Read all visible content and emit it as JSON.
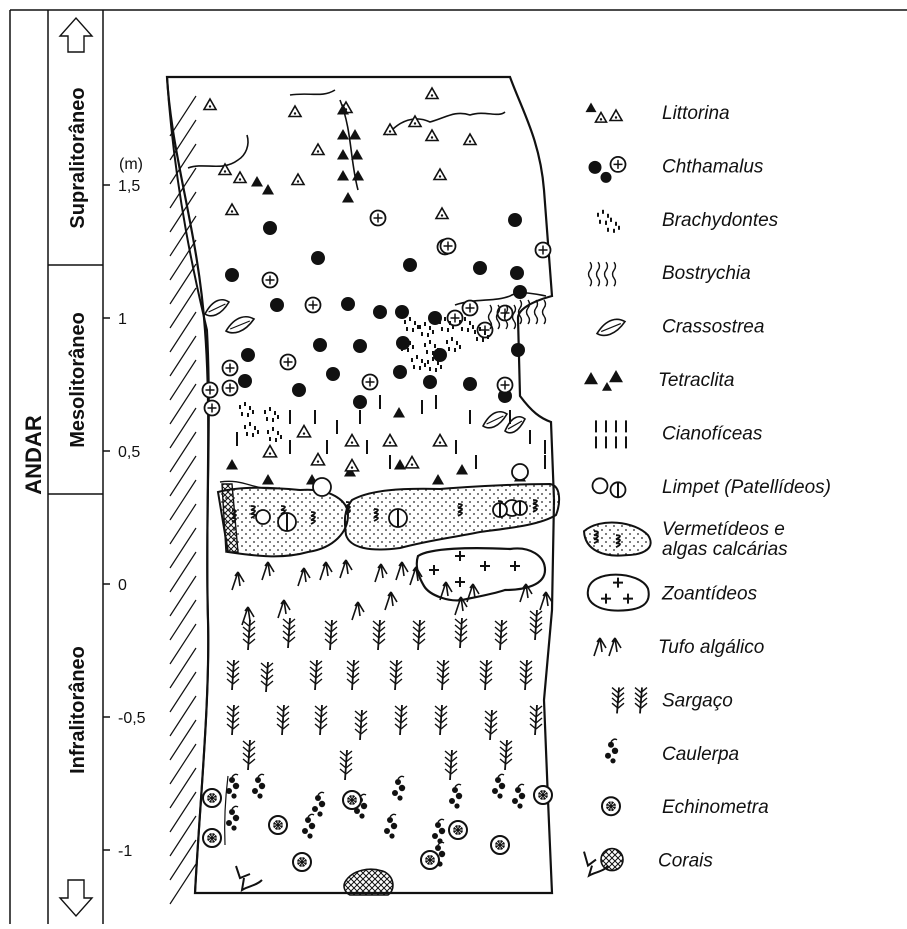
{
  "axis_title": "ANDAR",
  "zones": [
    {
      "label": "Supralitorâneo"
    },
    {
      "label": "Mesolitorâneo"
    },
    {
      "label": "Infralitorâneo"
    }
  ],
  "scale": {
    "unit_label": "(m)",
    "ticks": [
      {
        "value": 1.5,
        "label": "1,5"
      },
      {
        "value": 1,
        "label": "1"
      },
      {
        "value": 0.5,
        "label": "0,5"
      },
      {
        "value": 0,
        "label": "0"
      },
      {
        "value": -0.5,
        "label": "-0,5"
      },
      {
        "value": -1,
        "label": "-1"
      }
    ]
  },
  "legend": [
    {
      "label": "Littorina",
      "icon": "littorina-icon"
    },
    {
      "label": "Chthamalus",
      "icon": "chthamalus-icon"
    },
    {
      "label": "Brachydontes",
      "icon": "brachydontes-icon"
    },
    {
      "label": "Bostrychia",
      "icon": "bostrychia-icon"
    },
    {
      "label": "Crassostrea",
      "icon": "crassostrea-icon"
    },
    {
      "label": "Tetraclita",
      "icon": "tetraclita-icon"
    },
    {
      "label": "Cianofíceas",
      "icon": "cianoficeas-icon"
    },
    {
      "label": "Limpet (Patellídeos)",
      "icon": "limpet-icon"
    },
    {
      "label": "Vermetídeos e",
      "label2": "algas calcárias",
      "icon": "vermetideos-icon"
    },
    {
      "label": "Zoantídeos",
      "icon": "zoantideos-icon"
    },
    {
      "label": "Tufo algálico",
      "icon": "tufo-algalico-icon"
    },
    {
      "label": "Sargaço",
      "icon": "sargaco-icon"
    },
    {
      "label": "Caulerpa",
      "icon": "caulerpa-icon"
    },
    {
      "label": "Echinometra",
      "icon": "echinometra-icon"
    },
    {
      "label": "Corais",
      "icon": "corais-icon"
    }
  ]
}
